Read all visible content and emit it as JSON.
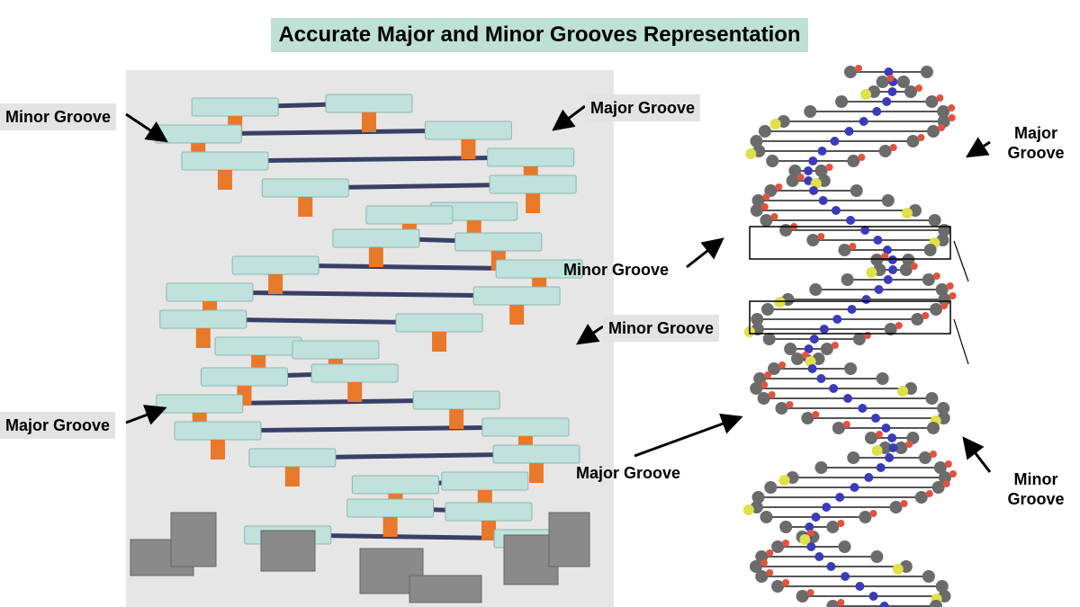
{
  "title": "Accurate Major and Minor Grooves Representation",
  "labels": {
    "lego_minor_top": "Minor Groove",
    "lego_major_top": "Major Groove",
    "lego_minor_mid": "Minor Groove",
    "lego_major_bottom": "Major Groove",
    "model_minor_mid": "Minor Groove",
    "model_major_bottom": "Major Groove",
    "model_major_top_line1": "Major",
    "model_major_top_line2": "Groove",
    "model_minor_bottom_line1": "Minor",
    "model_minor_bottom_line2": "Groove"
  },
  "colors": {
    "title_bg": "#bfe0d6",
    "label_bg": "#e3e3e3",
    "lego_plate": "#bfe3dc",
    "lego_orange": "#e8792a",
    "lego_gray": "#8a8a8a",
    "atom_carbon": "#6b6b6b",
    "atom_oxygen": "#e0533f",
    "atom_nitrogen": "#3b3bb8",
    "atom_phosphorus": "#e0e04a"
  }
}
